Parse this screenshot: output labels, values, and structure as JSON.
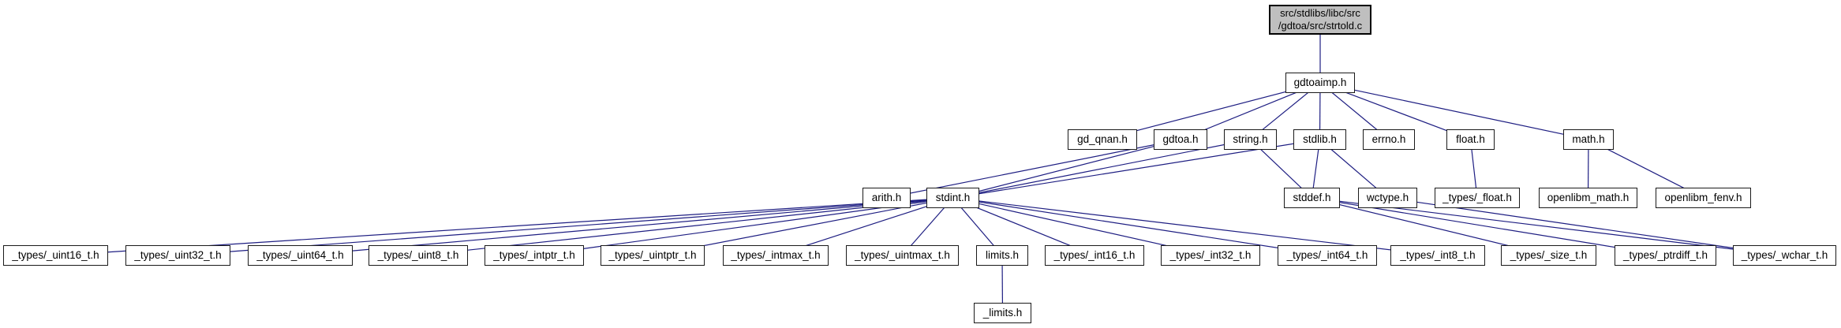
{
  "diagram": {
    "type": "include-dependency-graph",
    "root_file": "src/stdlibs/libc/src/gdtoa/src/strtold.c"
  },
  "colors": {
    "edge": "#1e1e82",
    "node_border": "#1a1a1a",
    "node_fill": "#ffffff",
    "root_fill": "#bfbfbf",
    "text": "#000000"
  },
  "nodes": [
    {
      "id": "strtold",
      "label": "src/stdlibs/libc/src\n/gdtoa/src/strtold.c"
    },
    {
      "id": "gdtoaimp",
      "label": "gdtoaimp.h"
    },
    {
      "id": "gd_qnan",
      "label": "gd_qnan.h"
    },
    {
      "id": "gdtoa",
      "label": "gdtoa.h"
    },
    {
      "id": "string",
      "label": "string.h"
    },
    {
      "id": "stdlib",
      "label": "stdlib.h"
    },
    {
      "id": "errno",
      "label": "errno.h"
    },
    {
      "id": "float",
      "label": "float.h"
    },
    {
      "id": "math",
      "label": "math.h"
    },
    {
      "id": "arith",
      "label": "arith.h"
    },
    {
      "id": "stdint",
      "label": "stdint.h"
    },
    {
      "id": "stddef",
      "label": "stddef.h"
    },
    {
      "id": "wctype",
      "label": "wctype.h"
    },
    {
      "id": "types_float",
      "label": "_types/_float.h"
    },
    {
      "id": "openlibm_math",
      "label": "openlibm_math.h"
    },
    {
      "id": "openlibm_fenv",
      "label": "openlibm_fenv.h"
    },
    {
      "id": "uint16",
      "label": "_types/_uint16_t.h"
    },
    {
      "id": "uint32",
      "label": "_types/_uint32_t.h"
    },
    {
      "id": "uint64",
      "label": "_types/_uint64_t.h"
    },
    {
      "id": "uint8",
      "label": "_types/_uint8_t.h"
    },
    {
      "id": "intptr",
      "label": "_types/_intptr_t.h"
    },
    {
      "id": "uintptr",
      "label": "_types/_uintptr_t.h"
    },
    {
      "id": "intmax",
      "label": "_types/_intmax_t.h"
    },
    {
      "id": "uintmax",
      "label": "_types/_uintmax_t.h"
    },
    {
      "id": "limits",
      "label": "limits.h"
    },
    {
      "id": "int16",
      "label": "_types/_int16_t.h"
    },
    {
      "id": "int32",
      "label": "_types/_int32_t.h"
    },
    {
      "id": "int64",
      "label": "_types/_int64_t.h"
    },
    {
      "id": "int8",
      "label": "_types/_int8_t.h"
    },
    {
      "id": "size_t",
      "label": "_types/_size_t.h"
    },
    {
      "id": "ptrdiff",
      "label": "_types/_ptrdiff_t.h"
    },
    {
      "id": "wchar",
      "label": "_types/_wchar_t.h"
    },
    {
      "id": "_limits",
      "label": "_limits.h"
    }
  ],
  "edges": [
    [
      "strtold",
      "gdtoaimp"
    ],
    [
      "gdtoaimp",
      "gd_qnan"
    ],
    [
      "gdtoaimp",
      "gdtoa"
    ],
    [
      "gdtoaimp",
      "string"
    ],
    [
      "gdtoaimp",
      "stdlib"
    ],
    [
      "gdtoaimp",
      "errno"
    ],
    [
      "gdtoaimp",
      "float"
    ],
    [
      "gdtoaimp",
      "math"
    ],
    [
      "gdtoa",
      "arith"
    ],
    [
      "gdtoa",
      "stdint"
    ],
    [
      "string",
      "stdint"
    ],
    [
      "string",
      "stddef"
    ],
    [
      "stdlib",
      "stdint"
    ],
    [
      "stdlib",
      "stddef"
    ],
    [
      "stdlib",
      "wctype"
    ],
    [
      "float",
      "types_float"
    ],
    [
      "math",
      "openlibm_math"
    ],
    [
      "math",
      "openlibm_fenv"
    ],
    [
      "stdint",
      "uint16"
    ],
    [
      "stdint",
      "uint32"
    ],
    [
      "stdint",
      "uint64"
    ],
    [
      "stdint",
      "uint8"
    ],
    [
      "stdint",
      "intptr"
    ],
    [
      "stdint",
      "uintptr"
    ],
    [
      "stdint",
      "intmax"
    ],
    [
      "stdint",
      "uintmax"
    ],
    [
      "stdint",
      "limits"
    ],
    [
      "stdint",
      "int16"
    ],
    [
      "stdint",
      "int32"
    ],
    [
      "stdint",
      "int64"
    ],
    [
      "stdint",
      "int8"
    ],
    [
      "limits",
      "_limits"
    ],
    [
      "stddef",
      "size_t"
    ],
    [
      "stddef",
      "ptrdiff"
    ],
    [
      "stddef",
      "wchar"
    ],
    [
      "wctype",
      "wchar"
    ]
  ]
}
